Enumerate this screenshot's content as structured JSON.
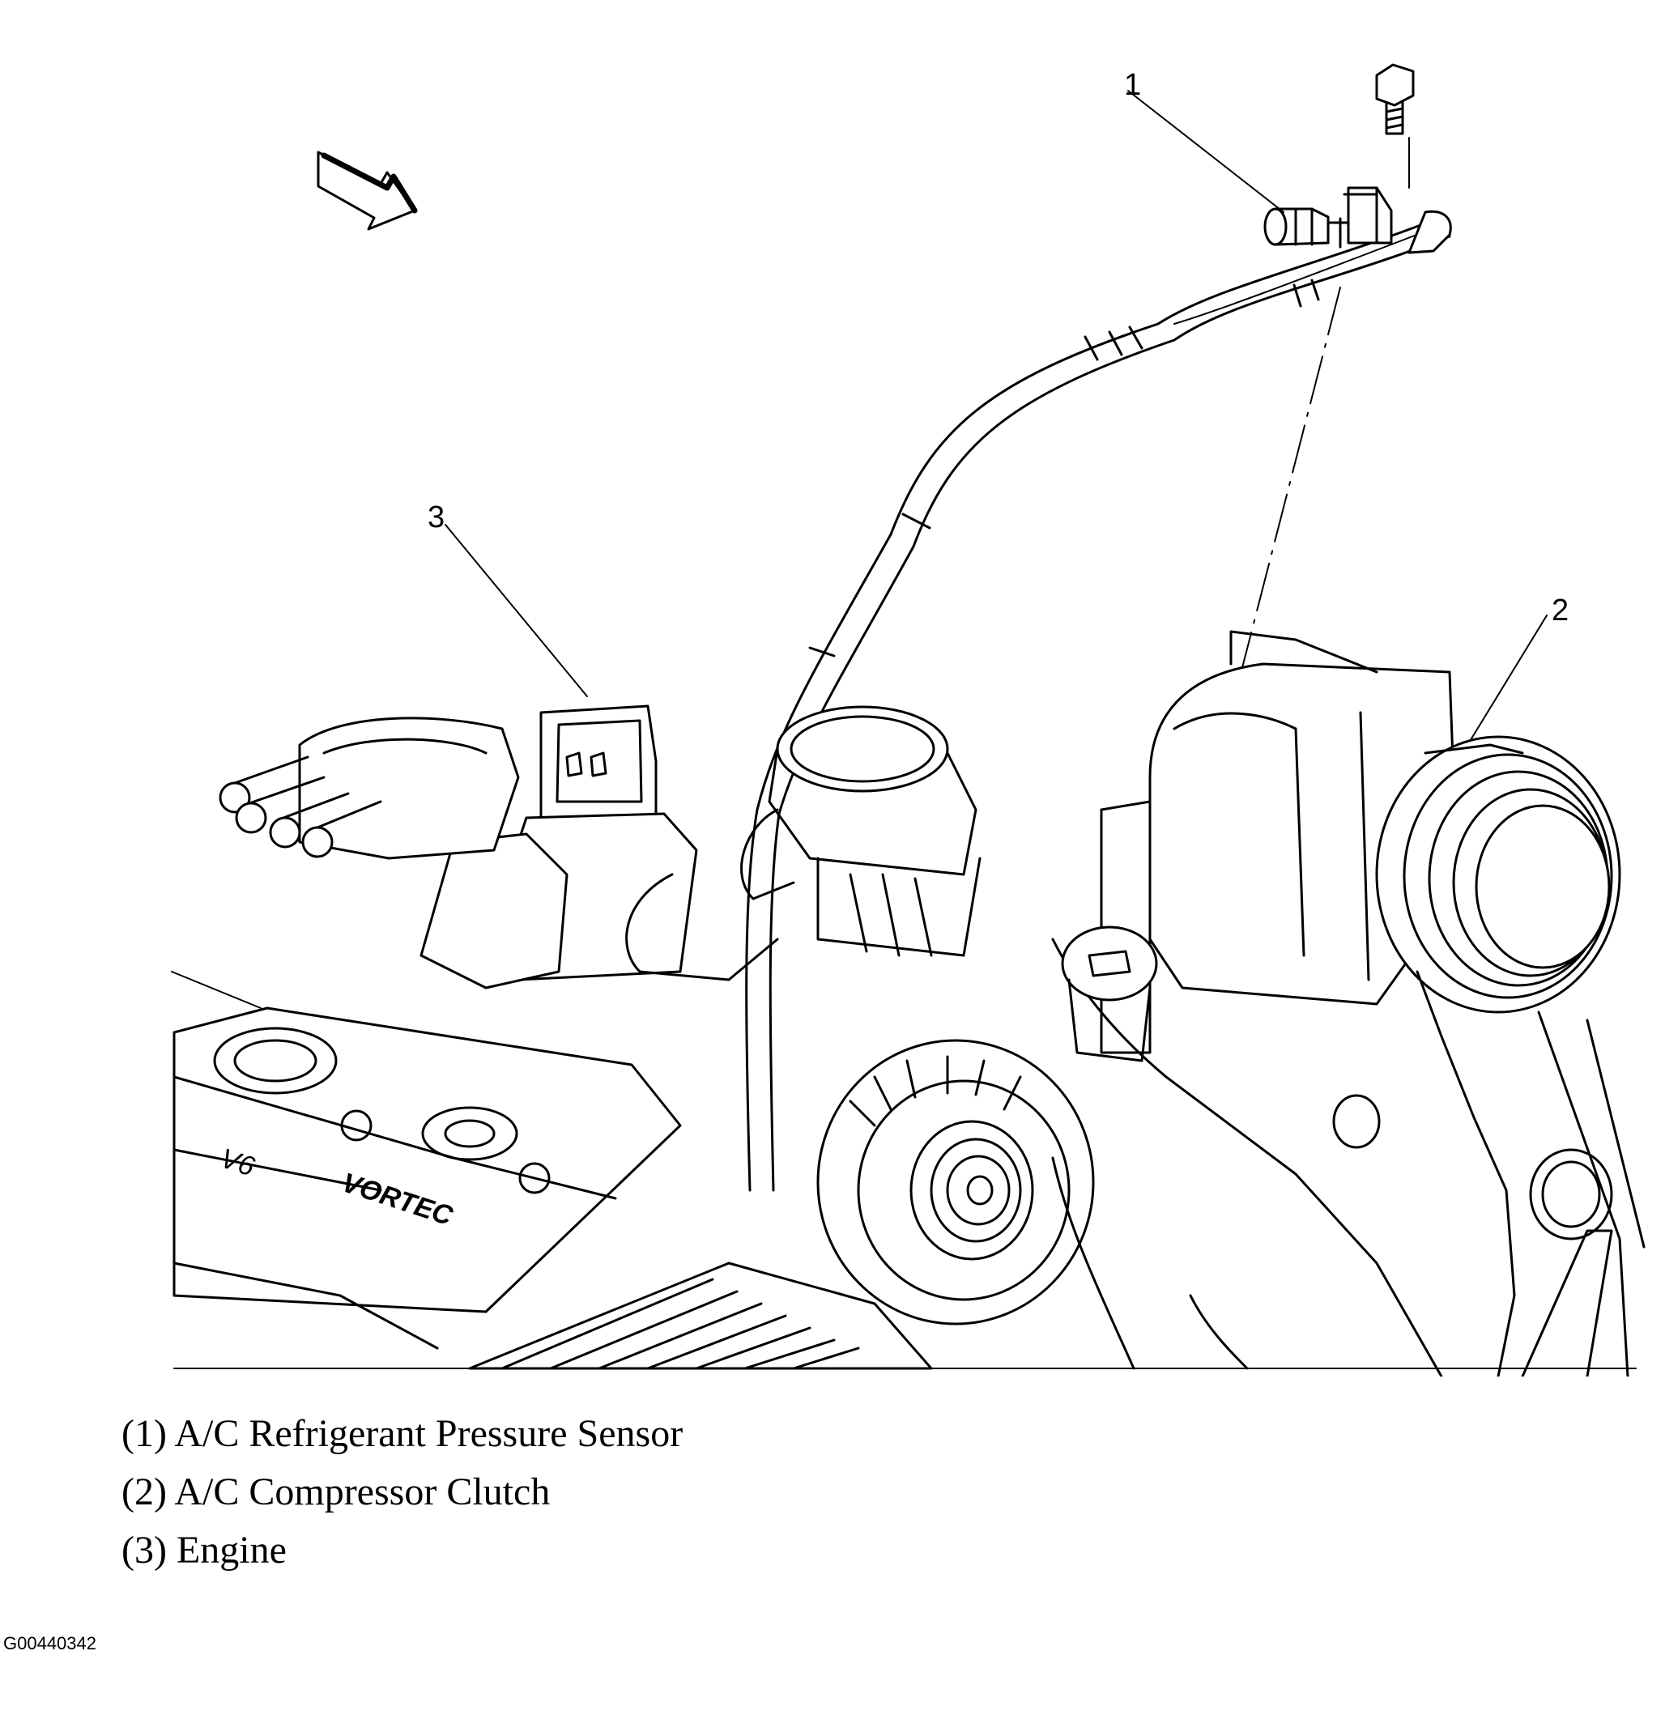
{
  "callouts": [
    {
      "number": "1"
    },
    {
      "number": "2"
    },
    {
      "number": "3"
    }
  ],
  "legend": [
    {
      "text": "(1) A/C Refrigerant Pressure Sensor"
    },
    {
      "text": "(2) A/C Compressor Clutch"
    },
    {
      "text": "(3) Engine"
    }
  ],
  "engine_badges": [
    "V6",
    "VORTEC"
  ],
  "figure_id": "G00440342",
  "colors": {
    "line": "#000000",
    "background": "#ffffff"
  }
}
